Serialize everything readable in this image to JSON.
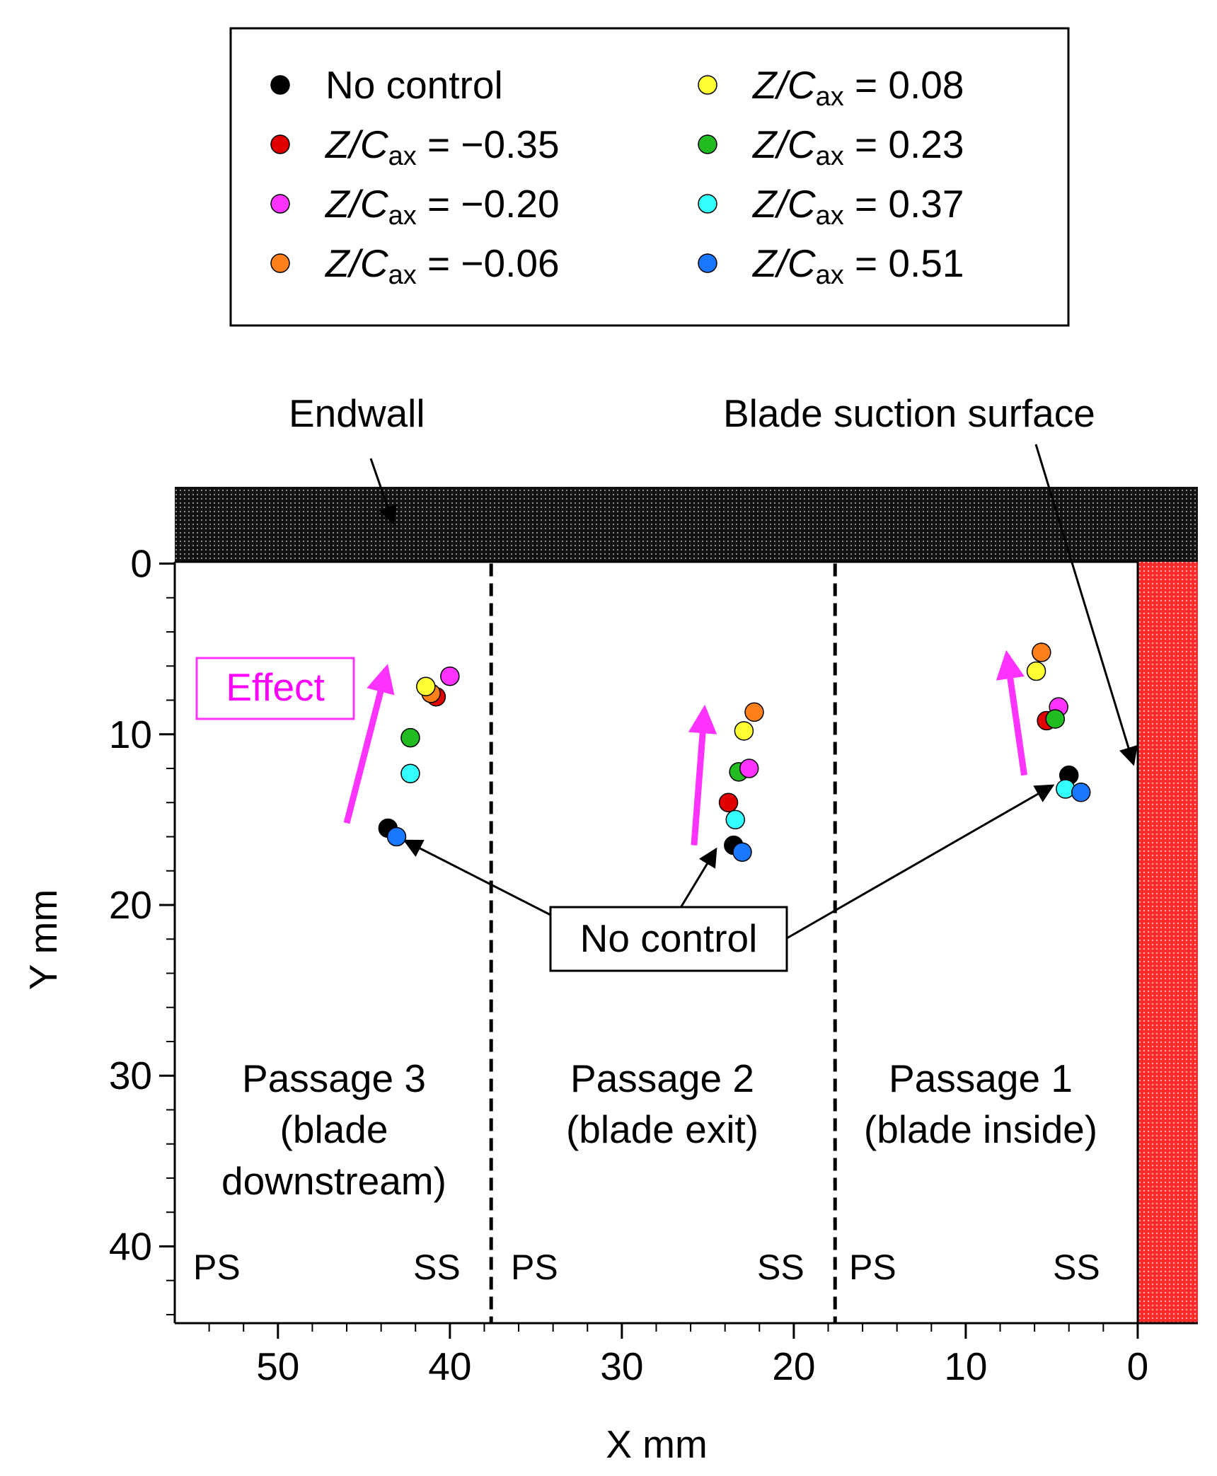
{
  "chart_data": {
    "type": "scatter",
    "xlabel": "X mm",
    "ylabel": "Y mm",
    "xlim": [
      56,
      -3.5
    ],
    "ylim": [
      44.5,
      -4.5
    ],
    "x_ticks": [
      50,
      40,
      30,
      20,
      10,
      0
    ],
    "y_ticks": [
      0,
      10,
      20,
      30,
      40
    ],
    "grid": false,
    "legend_placement": "top (boxed, two columns)",
    "legend": [
      {
        "label": "No control",
        "color": "#000000"
      },
      {
        "label_italic": "Z/C",
        "label_sub": "ax",
        "label_rest": " = −0.35",
        "color": "#e00000"
      },
      {
        "label_italic": "Z/C",
        "label_sub": "ax",
        "label_rest": " = −0.20",
        "color": "#ff33ff"
      },
      {
        "label_italic": "Z/C",
        "label_sub": "ax",
        "label_rest": " = −0.06",
        "color": "#ff7f1a"
      },
      {
        "label_italic": "Z/C",
        "label_sub": "ax",
        "label_rest": " = 0.08",
        "color": "#ffff33"
      },
      {
        "label_italic": "Z/C",
        "label_sub": "ax",
        "label_rest": " = 0.23",
        "color": "#22bb22"
      },
      {
        "label_italic": "Z/C",
        "label_sub": "ax",
        "label_rest": " = 0.37",
        "color": "#33ffff"
      },
      {
        "label_italic": "Z/C",
        "label_sub": "ax",
        "label_rest": " = 0.51",
        "color": "#1a77ff"
      }
    ],
    "points": [
      {
        "x": 43.6,
        "y": 15.5,
        "color": "#000000"
      },
      {
        "x": 43.1,
        "y": 16.0,
        "color": "#1a77ff"
      },
      {
        "x": 42.3,
        "y": 12.3,
        "color": "#33ffff"
      },
      {
        "x": 42.3,
        "y": 10.2,
        "color": "#22bb22"
      },
      {
        "x": 40.8,
        "y": 7.8,
        "color": "#e00000"
      },
      {
        "x": 41.1,
        "y": 7.6,
        "color": "#ff7f1a"
      },
      {
        "x": 41.4,
        "y": 7.2,
        "color": "#ffff33"
      },
      {
        "x": 40.0,
        "y": 6.6,
        "color": "#ff33ff"
      },
      {
        "x": 23.8,
        "y": 14.0,
        "color": "#e00000"
      },
      {
        "x": 23.5,
        "y": 16.5,
        "color": "#000000"
      },
      {
        "x": 23.0,
        "y": 16.9,
        "color": "#1a77ff"
      },
      {
        "x": 23.4,
        "y": 15.0,
        "color": "#33ffff"
      },
      {
        "x": 23.2,
        "y": 12.2,
        "color": "#22bb22"
      },
      {
        "x": 22.6,
        "y": 12.0,
        "color": "#ff33ff"
      },
      {
        "x": 22.9,
        "y": 9.8,
        "color": "#ffff33"
      },
      {
        "x": 22.3,
        "y": 8.7,
        "color": "#ff7f1a"
      },
      {
        "x": 5.6,
        "y": 5.2,
        "color": "#ff7f1a"
      },
      {
        "x": 5.9,
        "y": 6.3,
        "color": "#ffff33"
      },
      {
        "x": 4.6,
        "y": 8.4,
        "color": "#ff33ff"
      },
      {
        "x": 5.3,
        "y": 9.2,
        "color": "#e00000"
      },
      {
        "x": 4.8,
        "y": 9.1,
        "color": "#22bb22"
      },
      {
        "x": 4.0,
        "y": 12.4,
        "color": "#000000"
      },
      {
        "x": 4.2,
        "y": 13.2,
        "color": "#33ffff"
      },
      {
        "x": 3.3,
        "y": 13.4,
        "color": "#1a77ff"
      }
    ],
    "passage_dividers_x": [
      37.6,
      17.6
    ],
    "effect_arrows": [
      {
        "from": [
          46.0,
          15.2
        ],
        "to": [
          43.7,
          6.2
        ]
      },
      {
        "from": [
          25.8,
          16.5
        ],
        "to": [
          25.2,
          8.6
        ]
      },
      {
        "from": [
          6.6,
          12.4
        ],
        "to": [
          7.6,
          5.4
        ]
      }
    ],
    "annotations": {
      "endwall": "Endwall",
      "blade_suction_surface": "Blade suction surface",
      "effect": "Effect",
      "no_control_box": "No control",
      "passage3_l1": "Passage 3",
      "passage3_l2": "(blade",
      "passage3_l3": "downstream)",
      "passage2_l1": "Passage 2",
      "passage2_l2": "(blade exit)",
      "passage1_l1": "Passage 1",
      "passage1_l2": "(blade inside)",
      "ps": "PS",
      "ss": "SS"
    }
  }
}
